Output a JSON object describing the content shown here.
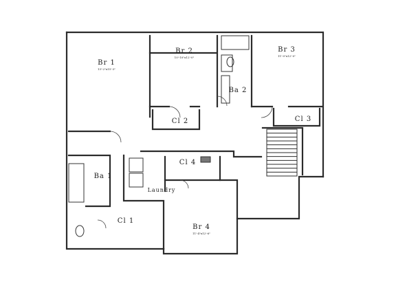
{
  "plan": {
    "rooms": [
      {
        "id": "br1",
        "name": "Br 1",
        "dims": "13'-2\"x15'-3\""
      },
      {
        "id": "br2",
        "name": "Br 2",
        "dims": "10'-10\"x12'-0\""
      },
      {
        "id": "br3",
        "name": "Br 3",
        "dims": "11'-0\"x12'-0\""
      },
      {
        "id": "ba2",
        "name": "Ba 2"
      },
      {
        "id": "cl2",
        "name": "Cl 2"
      },
      {
        "id": "cl3",
        "name": "Cl 3"
      },
      {
        "id": "ba1",
        "name": "Ba 1"
      },
      {
        "id": "cl4",
        "name": "Cl 4"
      },
      {
        "id": "laundry",
        "name": "Laundry"
      },
      {
        "id": "cl1",
        "name": "Cl 1"
      },
      {
        "id": "br4",
        "name": "Br 4",
        "dims": "11'-4\"x12'-6\""
      }
    ]
  }
}
